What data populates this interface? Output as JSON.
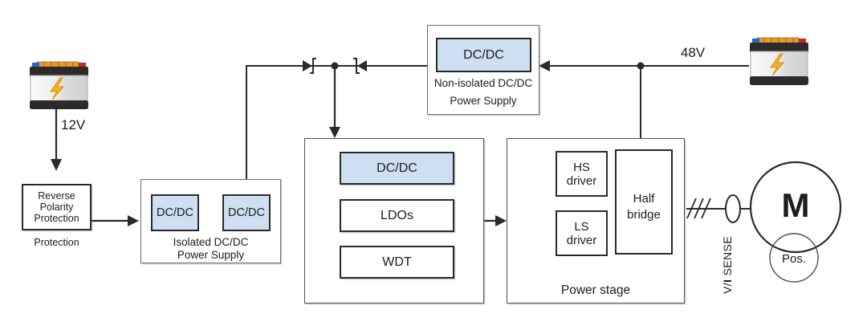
{
  "diagram": {
    "left_battery": {
      "voltage_label": "12V"
    },
    "right_battery": {
      "voltage_label": "48V"
    },
    "reverse_polarity": {
      "line1": "Reverse",
      "line2": "Polarity",
      "line3": "Protection",
      "caption": "Protection"
    },
    "isolated_supply": {
      "dcdc_left": "DC/DC",
      "dcdc_right": "DC/DC",
      "caption_line1": "Isolated DC/DC",
      "caption_line2": "Power Supply"
    },
    "non_isolated_supply": {
      "dcdc": "DC/DC",
      "caption_line1": "Non-isolated DC/DC",
      "caption_line2": "Power Supply"
    },
    "controller": {
      "dcdc": "DC/DC",
      "ldos": "LDOs",
      "wdt": "WDT"
    },
    "power_stage": {
      "hs_line1": "HS",
      "hs_line2": "driver",
      "ls_line1": "LS",
      "ls_line2": "driver",
      "half_bridge_line1": "Half",
      "half_bridge_line2": "bridge",
      "caption": "Power stage"
    },
    "motor": {
      "label": "M",
      "position_sensor": "Pos."
    },
    "sense_label": {
      "prefix": "V/",
      "bold": "I",
      "suffix": " SENSE"
    },
    "colors": {
      "block_fill": "#cddff1",
      "line": "#2b2a2a",
      "outer_border": "#6b6c6e",
      "frame_border": "#4f5052"
    }
  }
}
